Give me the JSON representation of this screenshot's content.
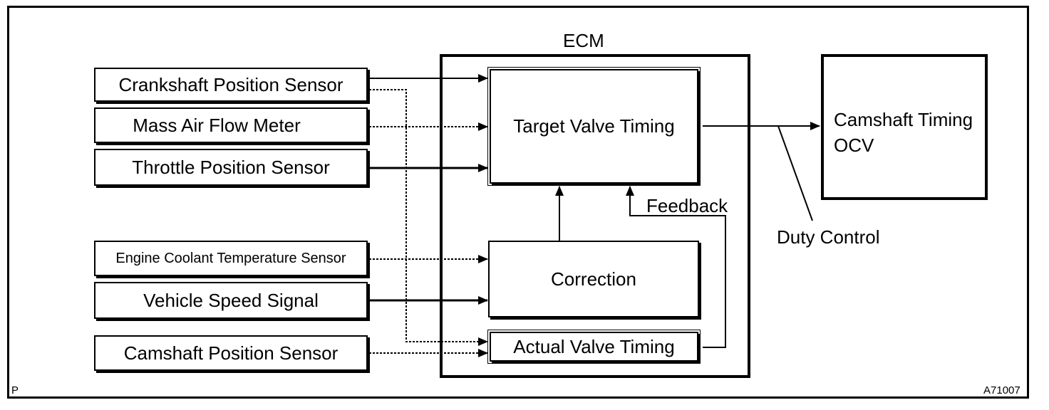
{
  "ecm": {
    "title": "ECM"
  },
  "inputs": [
    {
      "key": "crank",
      "label": "Crankshaft Position Sensor"
    },
    {
      "key": "maf",
      "label": "Mass Air Flow Meter"
    },
    {
      "key": "tps",
      "label": "Throttle Position Sensor"
    },
    {
      "key": "ect",
      "label": "Engine Coolant Temperature Sensor"
    },
    {
      "key": "vss",
      "label": "Vehicle Speed Signal"
    },
    {
      "key": "cmp",
      "label": "Camshaft Position Sensor"
    }
  ],
  "blocks": {
    "target": "Target Valve Timing",
    "correction": "Correction",
    "actual": "Actual Valve Timing"
  },
  "output": {
    "line1": "Camshaft Timing",
    "line2": "OCV"
  },
  "labels": {
    "feedback": "Feedback",
    "duty": "Duty Control",
    "corner_left": "P",
    "corner_right": "A71007"
  }
}
